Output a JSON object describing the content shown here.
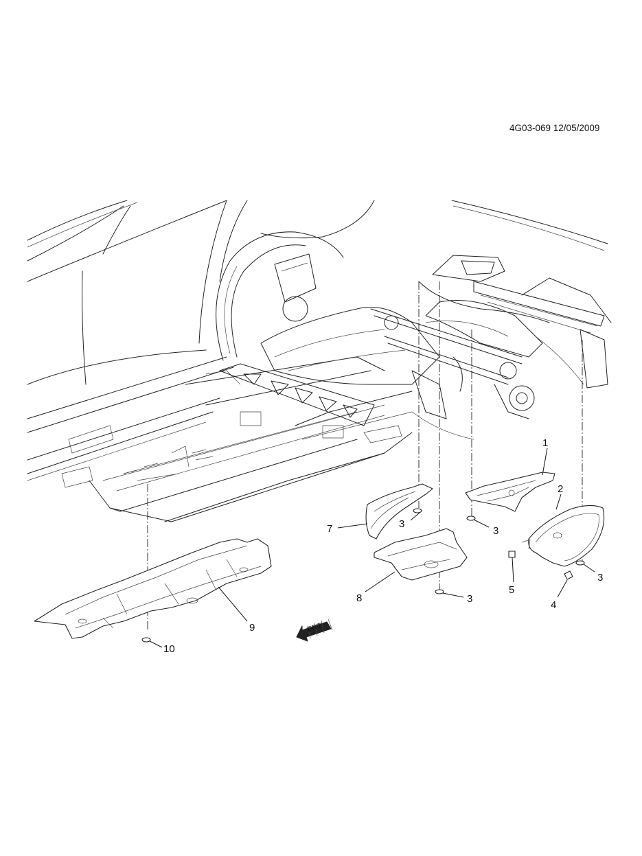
{
  "header": {
    "document_id": "4G03-069 12/05/2009"
  },
  "callouts": [
    {
      "id": "c1",
      "label": "1"
    },
    {
      "id": "c2",
      "label": "2"
    },
    {
      "id": "c3a",
      "label": "3"
    },
    {
      "id": "c3b",
      "label": "3"
    },
    {
      "id": "c3c",
      "label": "3"
    },
    {
      "id": "c3d",
      "label": "3"
    },
    {
      "id": "c4",
      "label": "4"
    },
    {
      "id": "c5",
      "label": "5"
    },
    {
      "id": "c7",
      "label": "7"
    },
    {
      "id": "c8",
      "label": "8"
    },
    {
      "id": "c9",
      "label": "9"
    },
    {
      "id": "c10",
      "label": "10"
    }
  ],
  "front_indicator": {
    "label": "FRT",
    "icon": "front-arrow-icon"
  }
}
